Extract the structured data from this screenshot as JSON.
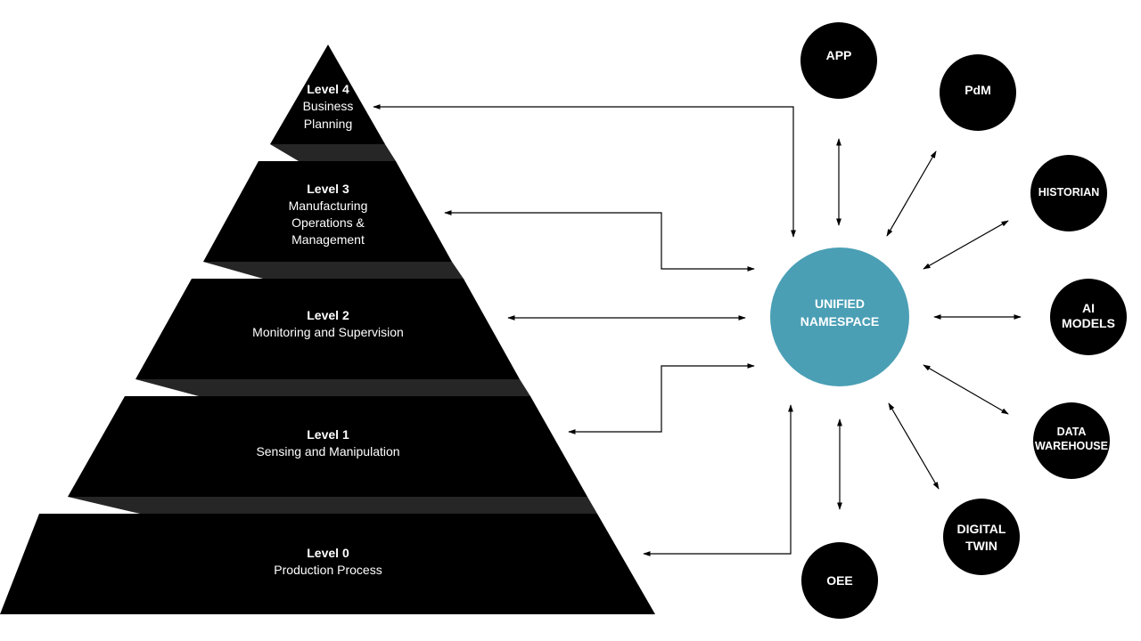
{
  "pyramid": {
    "levels": [
      {
        "title": "Level 4",
        "lines": [
          "Business",
          "Planning"
        ]
      },
      {
        "title": "Level 3",
        "lines": [
          "Manufacturing",
          "Operations &",
          "Management"
        ]
      },
      {
        "title": "Level 2",
        "lines": [
          "Monitoring and Supervision"
        ]
      },
      {
        "title": "Level 1",
        "lines": [
          "Sensing and Manipulation"
        ]
      },
      {
        "title": "Level 0",
        "lines": [
          "Production Process"
        ]
      }
    ],
    "fill_color": "#000000",
    "connector_color": "#262626"
  },
  "hub": {
    "lines": [
      "UNIFIED",
      "NAMESPACE"
    ],
    "color": "#4A9FB5"
  },
  "nodes": [
    {
      "id": "app",
      "lines": [
        "APP"
      ]
    },
    {
      "id": "pdm",
      "lines": [
        "PdM"
      ]
    },
    {
      "id": "historian",
      "lines": [
        "HISTORIAN"
      ]
    },
    {
      "id": "ai-models",
      "lines": [
        "AI",
        "MODELS"
      ]
    },
    {
      "id": "data-warehouse",
      "lines": [
        "DATA",
        "WAREHOUSE"
      ]
    },
    {
      "id": "digital-twin",
      "lines": [
        "DIGITAL",
        "TWIN"
      ]
    },
    {
      "id": "oee",
      "lines": [
        "OEE"
      ]
    }
  ],
  "node_color": "#000000"
}
